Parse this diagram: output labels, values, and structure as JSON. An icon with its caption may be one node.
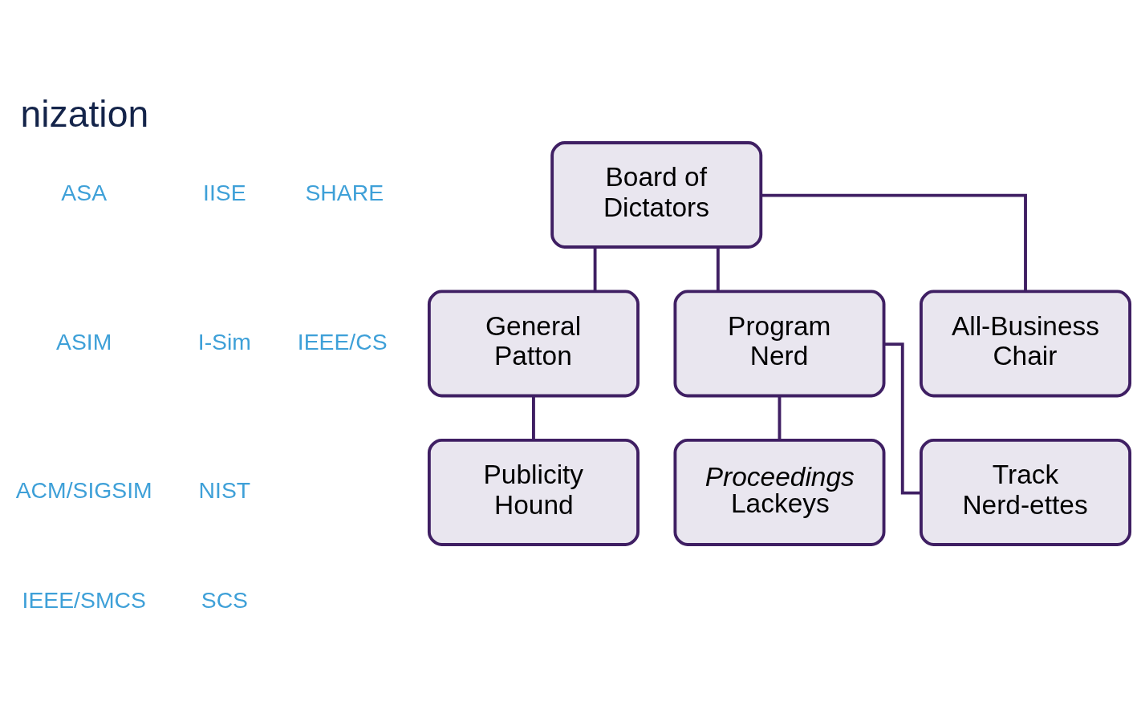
{
  "diagram": {
    "title": "nization",
    "nodes": [
      {
        "text": [
          "Board of Dictators"
        ]
      },
      {
        "text": [
          "General Patton"
        ]
      },
      {
        "text": [
          "Program Nerd"
        ]
      },
      {
        "text": [
          "All-Business Chair"
        ]
      },
      {
        "text": [
          "Publicity Hound"
        ]
      },
      {
        "text": [
          "*Proceedings* Lackeys"
        ]
      },
      {
        "text": [
          "Track Nerd-ettes"
        ]
      }
    ],
    "edges": [
      {
        "from": 0,
        "to": 1,
        "arrow": "none"
      },
      {
        "from": 0,
        "to": 2,
        "arrow": "none"
      },
      {
        "from": 0,
        "to": 3,
        "arrow": "none"
      },
      {
        "from": 1,
        "to": 4,
        "arrow": "none"
      },
      {
        "from": 2,
        "to": 5,
        "arrow": "none"
      },
      {
        "from": 2,
        "to": 6,
        "arrow": "none"
      }
    ],
    "labels": [
      "SHARE",
      "IEEE/CS",
      "ASA",
      "ASIM",
      "ACM/SIGSIM",
      "IEEE/SMCS",
      "IISE",
      "I-Sim",
      "NIST",
      "SCS"
    ]
  }
}
